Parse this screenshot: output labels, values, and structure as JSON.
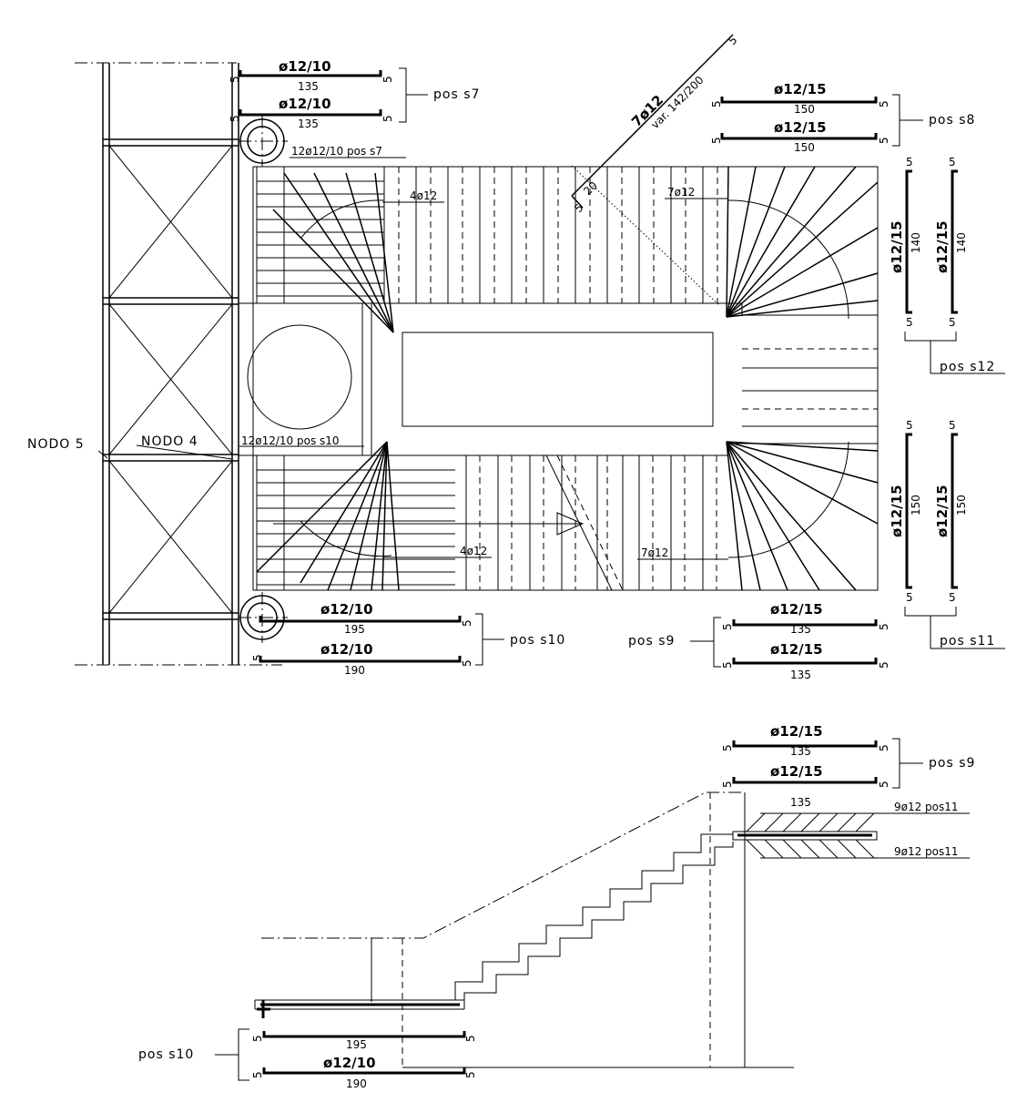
{
  "plan": {
    "nodes": {
      "node5": "NODO 5",
      "node4": "NODO 4"
    },
    "callouts": {
      "top_rebar": "12ø12/10 pos s7",
      "mid_rebar": "12ø12/10 pos s10",
      "diag_bar": "7ø12",
      "diag_var": "var. 142/200",
      "diag_hook": "5",
      "diag_cover_a": "5",
      "diag_cover_b": "20",
      "flight_top_4": "4ø12",
      "flight_bot_4": "4ø12",
      "winder_top_7": "7ø12",
      "winder_bot_7": "7ø12"
    },
    "s7": {
      "bar": "ø12/10",
      "len": "135",
      "hook": "5",
      "pos": "pos s7"
    },
    "s8": {
      "bar": "ø12/15",
      "len": "150",
      "hook": "5",
      "pos": "pos s8"
    },
    "s12": {
      "bar": "ø12/15",
      "len": "140",
      "hook": "5",
      "pos": "pos s12"
    },
    "s11": {
      "bar": "ø12/15",
      "len": "150",
      "hook": "5",
      "pos": "pos s11"
    },
    "s10": {
      "bar": "ø12/10",
      "len_a": "195",
      "len_b": "190",
      "hook": "5",
      "pos": "pos s10"
    },
    "s9": {
      "bar": "ø12/15",
      "len": "135",
      "hook": "5",
      "pos": "pos s9"
    }
  },
  "section": {
    "s9": {
      "bar": "ø12/15",
      "len": "135",
      "hook": "5",
      "pos": "pos s9"
    },
    "pos11_top": "9ø12 pos11",
    "pos11_bot": "9ø12 pos11",
    "s10": {
      "bar": "ø12/10",
      "len_a": "195",
      "len_b": "190",
      "hook": "5",
      "pos": "pos s10"
    }
  }
}
